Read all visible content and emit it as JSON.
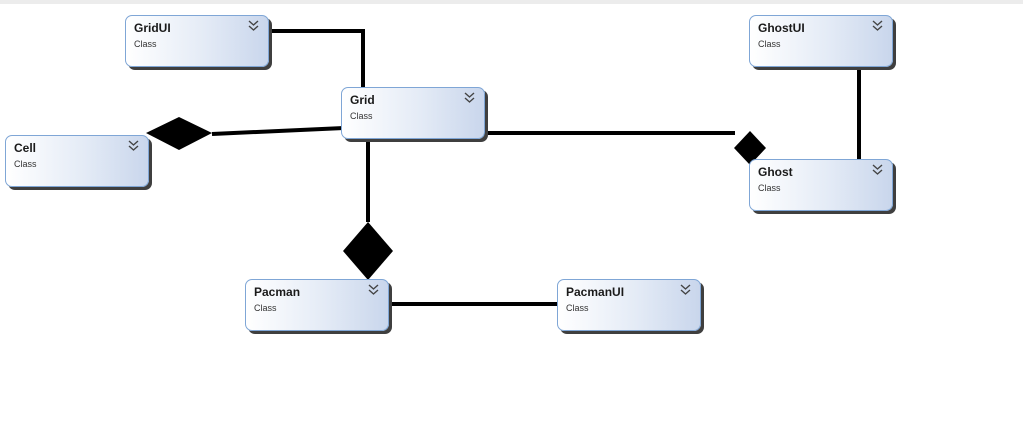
{
  "classes": [
    {
      "id": "gridui",
      "name": "GridUI",
      "kind": "Class"
    },
    {
      "id": "grid",
      "name": "Grid",
      "kind": "Class"
    },
    {
      "id": "cell",
      "name": "Cell",
      "kind": "Class"
    },
    {
      "id": "ghostui",
      "name": "GhostUI",
      "kind": "Class"
    },
    {
      "id": "ghost",
      "name": "Ghost",
      "kind": "Class"
    },
    {
      "id": "pacman",
      "name": "Pacman",
      "kind": "Class"
    },
    {
      "id": "pacmanui",
      "name": "PacmanUI",
      "kind": "Class"
    }
  ],
  "relationships": [
    {
      "from": "gridui",
      "to": "grid",
      "type": "association"
    },
    {
      "from": "grid",
      "to": "cell",
      "type": "composition"
    },
    {
      "from": "grid",
      "to": "pacman",
      "type": "composition"
    },
    {
      "from": "grid",
      "to": "ghost",
      "type": "composition"
    },
    {
      "from": "ghostui",
      "to": "ghost",
      "type": "association"
    },
    {
      "from": "pacman",
      "to": "pacmanui",
      "type": "association"
    }
  ],
  "icons": {
    "expand": "double-chevron-down-icon"
  }
}
